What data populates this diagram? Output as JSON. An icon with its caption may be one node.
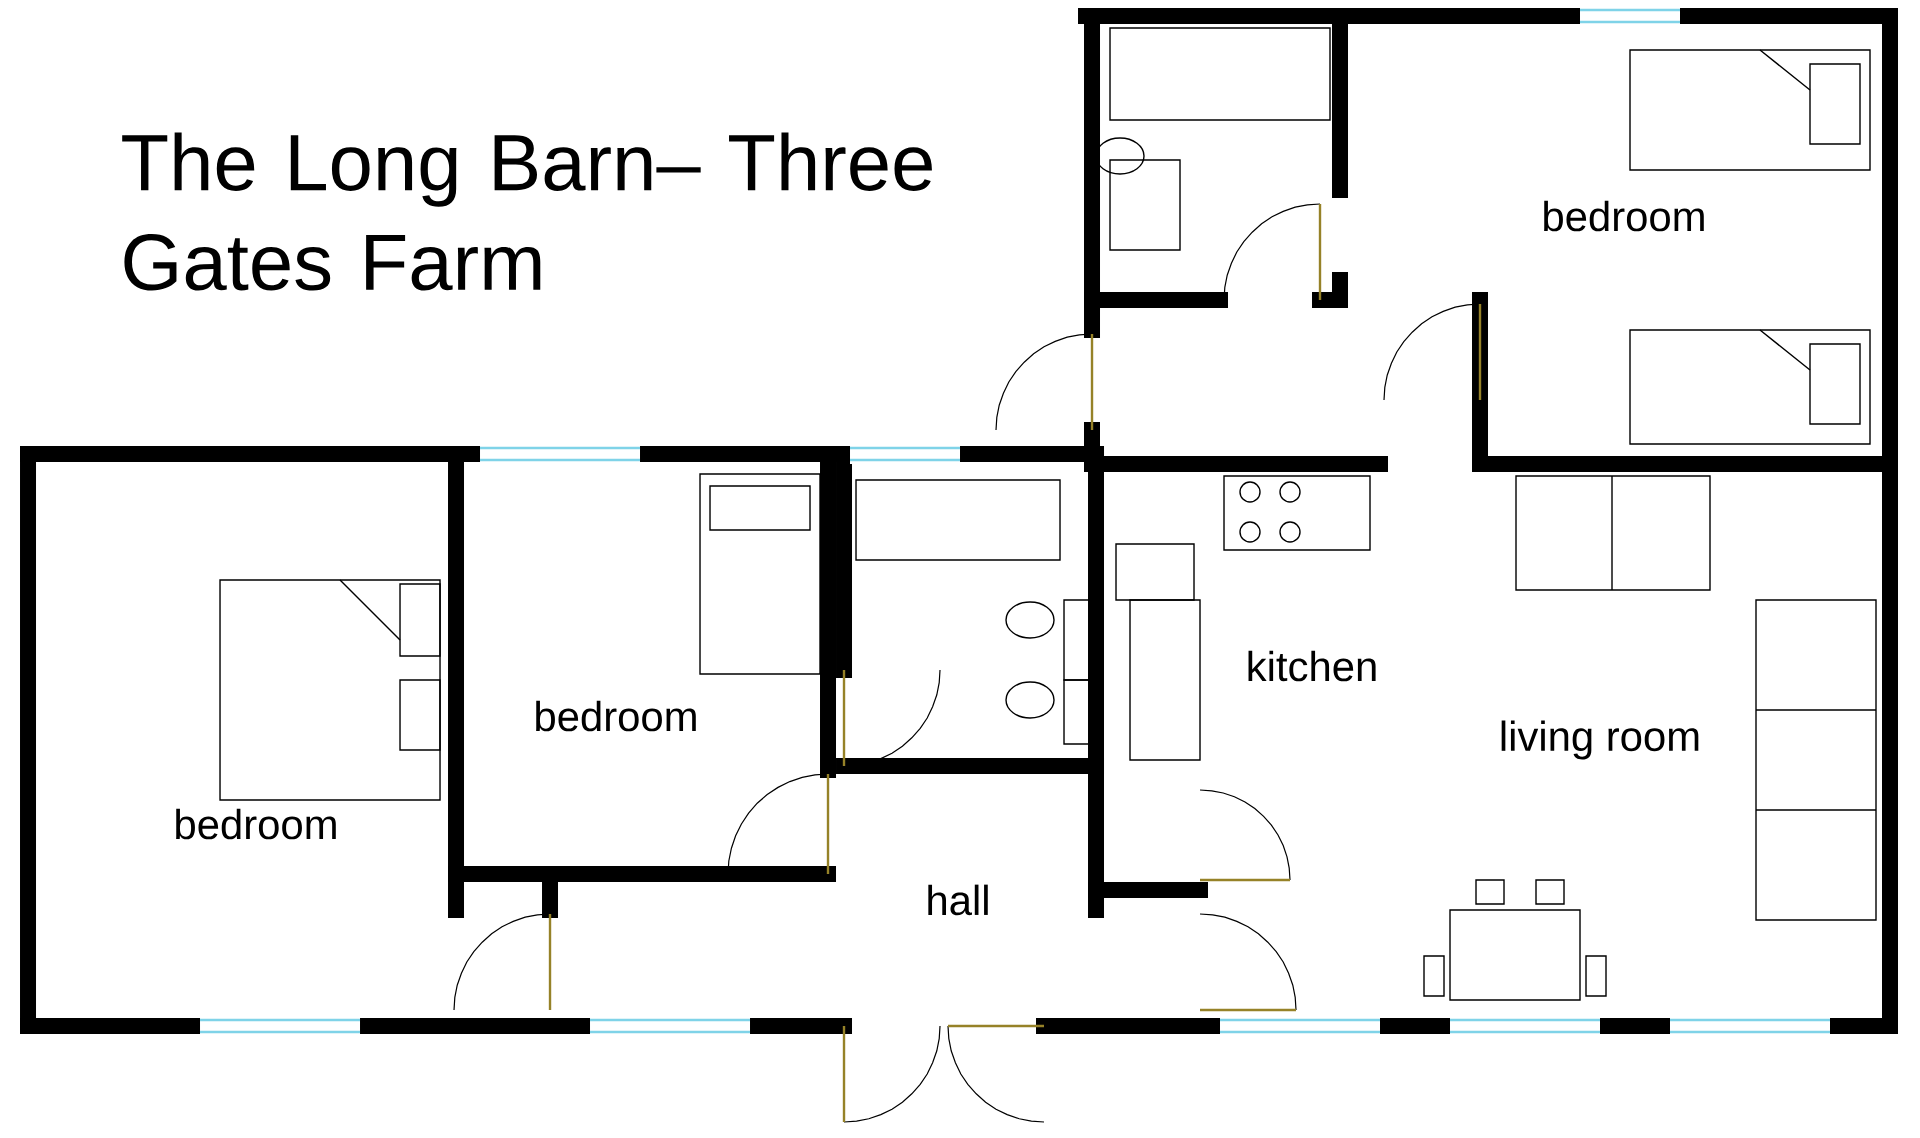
{
  "diagram": {
    "title": "The Long Barn– Three Gates Farm",
    "labels": [
      "bedroom",
      "kitchen",
      "bedroom",
      "living room",
      "bedroom",
      "hall"
    ]
  }
}
